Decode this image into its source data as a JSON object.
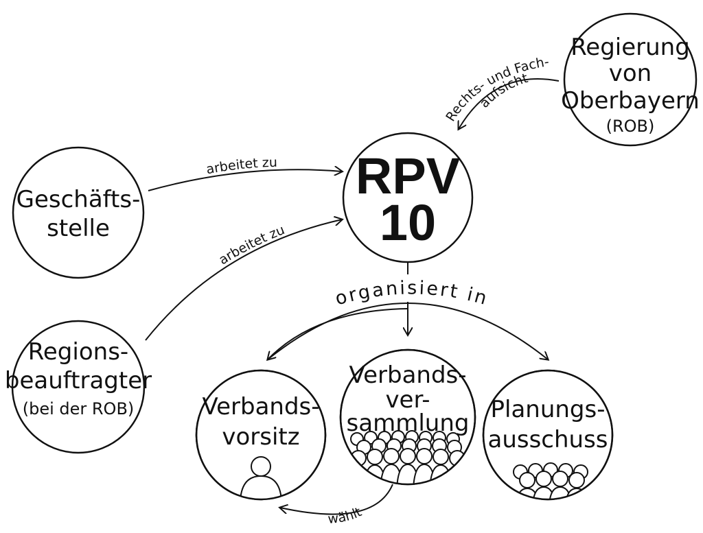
{
  "nodes": {
    "rpv": {
      "line1": "RPV",
      "line2": "10"
    },
    "rob": {
      "line1": "Regierung",
      "line2": "von",
      "line3": "Oberbayern",
      "line4": "(ROB)"
    },
    "geschaeftsstelle": {
      "line1": "Geschäfts-",
      "line2": "stelle"
    },
    "regionsbeauftragter": {
      "line1": "Regions-",
      "line2": "beauftragter",
      "line3": "(bei der ROB)"
    },
    "verbandsvorsitz": {
      "line1": "Verbands-",
      "line2": "vorsitz"
    },
    "verbandsversammlung": {
      "line1": "Verbands-",
      "line2": "ver-",
      "line3": "sammlung"
    },
    "planungsausschuss": {
      "line1": "Planungs-",
      "line2": "ausschuss"
    }
  },
  "edges": {
    "aufsicht": {
      "line1": "Rechts- und Fach-",
      "line2": "aufsicht"
    },
    "geschaeftsstelle_label": "arbeitet zu",
    "regionsbeauftragter_label": "arbeitet zu",
    "organisiert": "organisiert in",
    "waehlt": "wählt"
  }
}
